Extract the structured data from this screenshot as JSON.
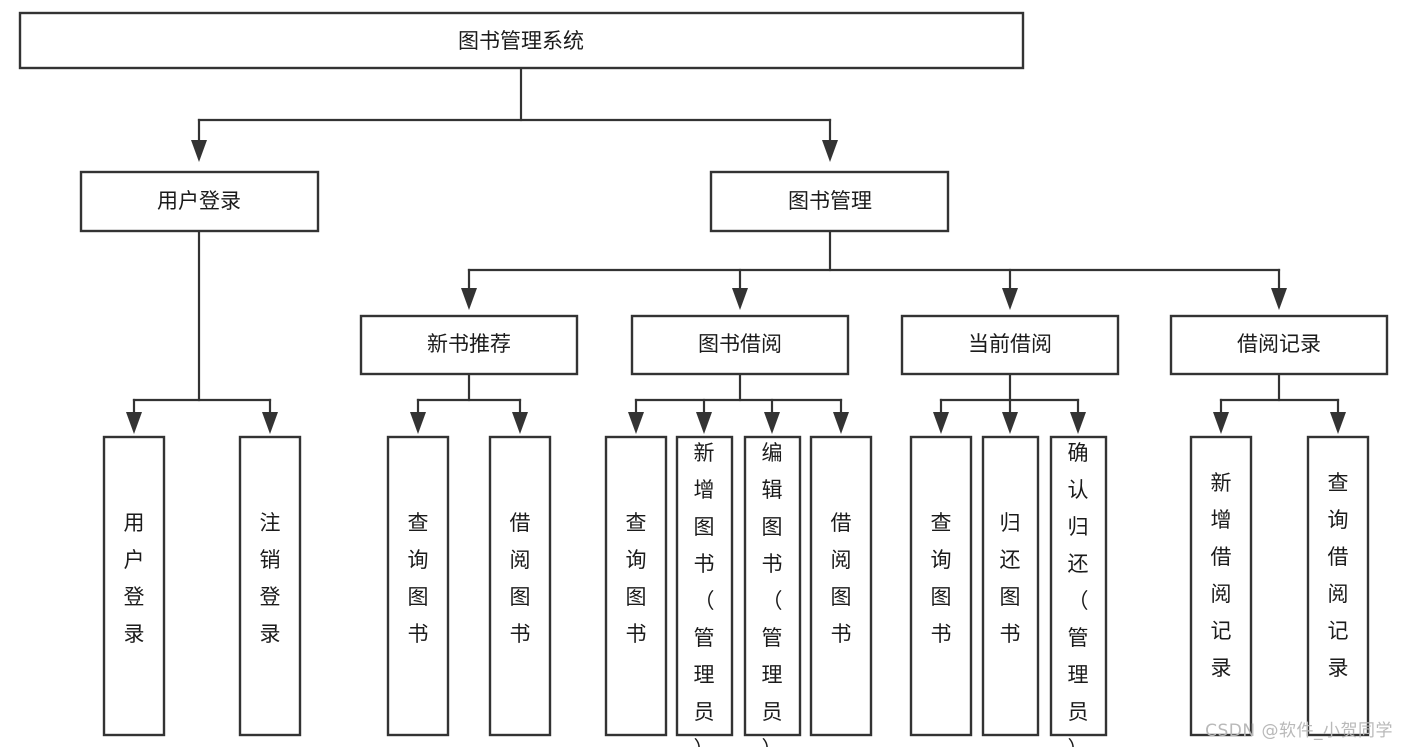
{
  "diagram": {
    "type": "tree",
    "title": "图书管理系统",
    "watermark": "CSDN @软件_小贺同学",
    "colors": {
      "box_stroke": "#333333",
      "box_fill": "#ffffff",
      "text": "#1b1b1b",
      "connector": "#333333",
      "watermark": "#b9b9b9",
      "background": "#ffffff"
    },
    "levels": [
      {
        "level": 1,
        "nodes": [
          {
            "id": "root",
            "label": "图书管理系统",
            "orientation": "horizontal"
          }
        ]
      },
      {
        "level": 2,
        "nodes": [
          {
            "id": "user-login",
            "label": "用户登录",
            "orientation": "horizontal",
            "parent": "root"
          },
          {
            "id": "book-manage",
            "label": "图书管理",
            "orientation": "horizontal",
            "parent": "root"
          }
        ]
      },
      {
        "level": 3,
        "nodes": [
          {
            "id": "new-book-rec",
            "label": "新书推荐",
            "orientation": "horizontal",
            "parent": "book-manage"
          },
          {
            "id": "book-borrow",
            "label": "图书借阅",
            "orientation": "horizontal",
            "parent": "book-manage"
          },
          {
            "id": "current-borrow",
            "label": "当前借阅",
            "orientation": "horizontal",
            "parent": "book-manage"
          },
          {
            "id": "borrow-record",
            "label": "借阅记录",
            "orientation": "horizontal",
            "parent": "book-manage"
          }
        ]
      },
      {
        "level": 4,
        "nodes": [
          {
            "id": "leaf-user-login",
            "label": "用户登录",
            "orientation": "vertical",
            "parent": "user-login"
          },
          {
            "id": "leaf-logout",
            "label": "注销登录",
            "orientation": "vertical",
            "parent": "user-login"
          },
          {
            "id": "leaf-query-book-1",
            "label": "查询图书",
            "orientation": "vertical",
            "parent": "new-book-rec"
          },
          {
            "id": "leaf-borrow-book-1",
            "label": "借阅图书",
            "orientation": "vertical",
            "parent": "new-book-rec"
          },
          {
            "id": "leaf-query-book-2",
            "label": "查询图书",
            "orientation": "vertical",
            "parent": "book-borrow"
          },
          {
            "id": "leaf-add-book",
            "label": "新增图书（管理员）",
            "orientation": "vertical",
            "parent": "book-borrow"
          },
          {
            "id": "leaf-edit-book",
            "label": "编辑图书（管理员）",
            "orientation": "vertical",
            "parent": "book-borrow"
          },
          {
            "id": "leaf-borrow-book-2",
            "label": "借阅图书",
            "orientation": "vertical",
            "parent": "book-borrow"
          },
          {
            "id": "leaf-query-book-3",
            "label": "查询图书",
            "orientation": "vertical",
            "parent": "current-borrow"
          },
          {
            "id": "leaf-return-book",
            "label": "归还图书",
            "orientation": "vertical",
            "parent": "current-borrow"
          },
          {
            "id": "leaf-confirm-return",
            "label": "确认归还（管理员）",
            "orientation": "vertical",
            "parent": "current-borrow"
          },
          {
            "id": "leaf-add-record",
            "label": "新增借阅记录",
            "orientation": "vertical",
            "parent": "borrow-record"
          },
          {
            "id": "leaf-query-record",
            "label": "查询借阅记录",
            "orientation": "vertical",
            "parent": "borrow-record"
          }
        ]
      }
    ]
  }
}
